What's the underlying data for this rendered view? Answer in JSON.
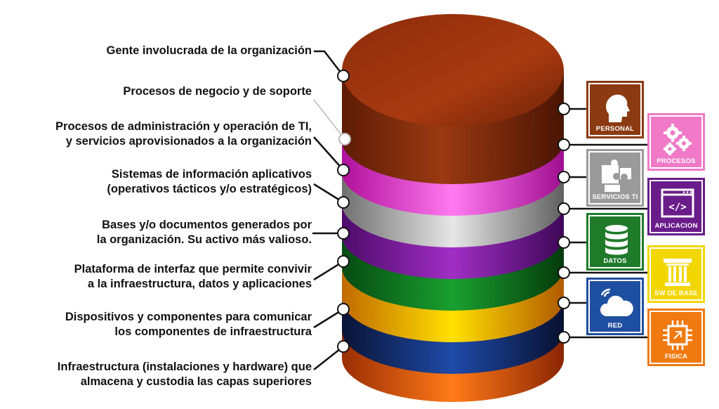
{
  "layers": [
    {
      "lines": [
        "Gente involucrada de la organización"
      ]
    },
    {
      "lines": [
        "Procesos de negocio y de soporte"
      ]
    },
    {
      "lines": [
        "Procesos de administración y operación de TI,",
        "y servicios aprovisionados a la organización"
      ]
    },
    {
      "lines": [
        "Sistemas de información aplicativos",
        "(operativos tácticos y/o estratégicos)"
      ]
    },
    {
      "lines": [
        "Bases y/o documentos generados por",
        "la organización. Su activo más valioso."
      ]
    },
    {
      "lines": [
        "Plataforma de interfaz que permite convivir",
        "a la infraestructura, datos y aplicaciones"
      ]
    },
    {
      "lines": [
        "Dispositivos y componentes para comunicar",
        "los componentes de infraestructura"
      ]
    },
    {
      "lines": [
        "Infraestructura (instalaciones y hardware) que",
        "almacena y custodia las capas superiores"
      ]
    }
  ],
  "tiles": [
    {
      "caption": "PERSONAL",
      "icon": "head-profile-icon",
      "color": "#8b3a12"
    },
    {
      "caption": "PROCESOS",
      "icon": "gears-icon",
      "color": "#f07ac8"
    },
    {
      "caption": "SERVICIOS TI",
      "icon": "puzzle-icon",
      "color": "#9a9a9a"
    },
    {
      "caption": "APLICACION",
      "icon": "code-window-icon",
      "color": "#6a1c8a"
    },
    {
      "caption": "DATOS",
      "icon": "database-icon",
      "color": "#1f7a2a"
    },
    {
      "caption": "SW DE BASE",
      "icon": "column-icon",
      "color": "#f2d600"
    },
    {
      "caption": "RED",
      "icon": "cloud-wifi-icon",
      "color": "#1f4fa0"
    },
    {
      "caption": "FISICA",
      "icon": "chip-icon",
      "color": "#f07a10"
    }
  ]
}
